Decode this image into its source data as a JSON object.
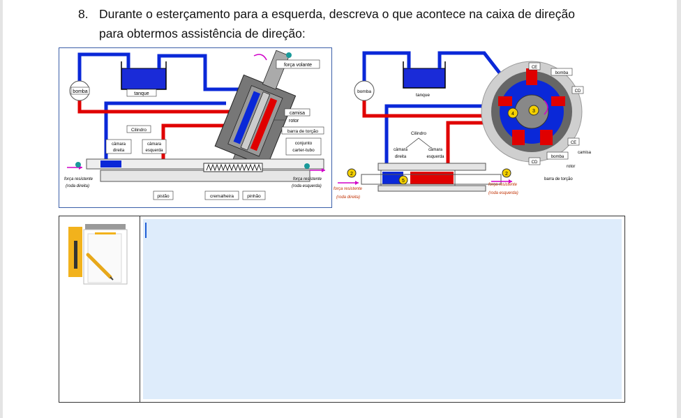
{
  "question": {
    "number": "8.",
    "line1": "Durante o esterçamento para a esquerda, descreva o que acontece na caixa de direção",
    "line2": "para obtermos assistência de direção:"
  },
  "left_diagram": {
    "labels": {
      "bomba": "bomba",
      "tanque": "tanque",
      "forca_volante": "força volante",
      "camisa": "camisa",
      "rotor": "rotor",
      "barra_torcao": "barra de torção",
      "conjunto": "conjunto",
      "carter_tubo": "carter-tubo",
      "cilindro": "Cilindro",
      "camara": "câmara",
      "direita": "direita",
      "esquerda": "esquerda",
      "forca_resistente": "força resistente",
      "roda_direita": "(roda direita)",
      "roda_esquerda": "(roda esquerda)",
      "pistao": "pistão",
      "cremalheira": "cremalheira",
      "pinhao": "pinhão"
    }
  },
  "right_diagram": {
    "labels": {
      "bomba": "bomba",
      "tanque": "tanque",
      "cilindro": "Cilindro",
      "camara": "câmara",
      "direita": "direita",
      "esquerda": "esquerda",
      "forca_resistente": "força resistente",
      "roda_direita": "(roda direita)",
      "roda_esquerda": "(roda esquerda)",
      "ce": "CE",
      "cd": "CD",
      "camisa": "camisa",
      "rotor": "rotor",
      "barra_torcao": "barra de torção",
      "n2": "2",
      "n3": "3",
      "n4": "4",
      "n5": "5"
    }
  },
  "answer": {
    "value": ""
  },
  "colors": {
    "pressure": "#e00000",
    "return": "#0a28d8",
    "field": "#deecfb",
    "arrow": "#d000c8"
  }
}
